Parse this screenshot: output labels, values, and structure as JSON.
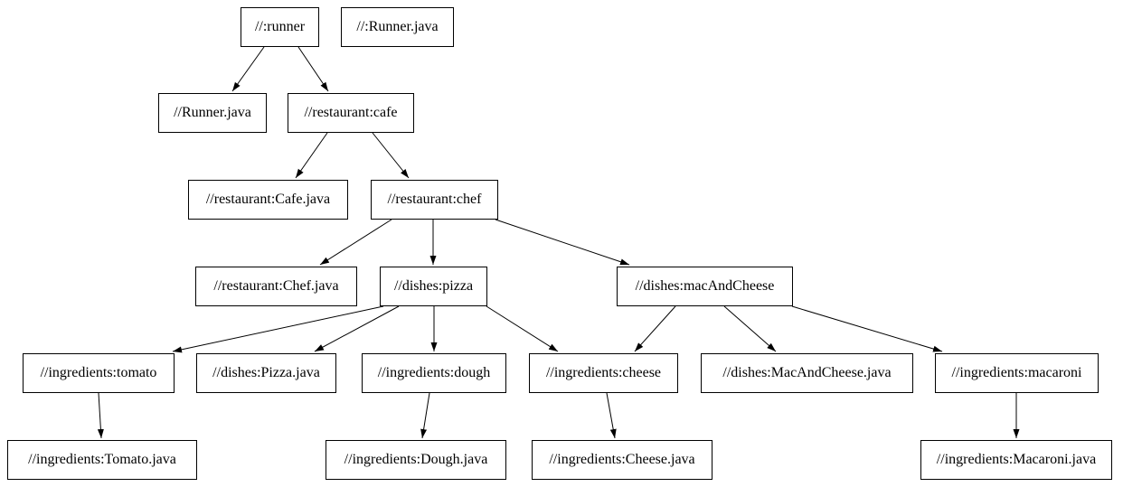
{
  "diagram": {
    "kind": "build-dependency-graph",
    "background_color": "#ffffff",
    "node_border_color": "#000000",
    "node_fill_color": "#ffffff",
    "text_color": "#000000",
    "edge_color": "#000000",
    "nodes": [
      {
        "id": "runner",
        "label": "//:runner"
      },
      {
        "id": "runner_java_root",
        "label": "//:Runner.java"
      },
      {
        "id": "runner_java",
        "label": "//Runner.java"
      },
      {
        "id": "cafe",
        "label": "//restaurant:cafe"
      },
      {
        "id": "cafe_java",
        "label": "//restaurant:Cafe.java"
      },
      {
        "id": "chef",
        "label": "//restaurant:chef"
      },
      {
        "id": "chef_java",
        "label": "//restaurant:Chef.java"
      },
      {
        "id": "pizza",
        "label": "//dishes:pizza"
      },
      {
        "id": "mac_and_cheese",
        "label": "//dishes:macAndCheese"
      },
      {
        "id": "tomato",
        "label": "//ingredients:tomato"
      },
      {
        "id": "pizza_java",
        "label": "//dishes:Pizza.java"
      },
      {
        "id": "dough",
        "label": "//ingredients:dough"
      },
      {
        "id": "cheese",
        "label": "//ingredients:cheese"
      },
      {
        "id": "mac_and_cheese_java",
        "label": "//dishes:MacAndCheese.java"
      },
      {
        "id": "macaroni",
        "label": "//ingredients:macaroni"
      },
      {
        "id": "tomato_java",
        "label": "//ingredients:Tomato.java"
      },
      {
        "id": "dough_java",
        "label": "//ingredients:Dough.java"
      },
      {
        "id": "cheese_java",
        "label": "//ingredients:Cheese.java"
      },
      {
        "id": "macaroni_java",
        "label": "//ingredients:Macaroni.java"
      }
    ],
    "edges": [
      {
        "from": "runner",
        "to": "runner_java"
      },
      {
        "from": "runner",
        "to": "cafe"
      },
      {
        "from": "cafe",
        "to": "cafe_java"
      },
      {
        "from": "cafe",
        "to": "chef"
      },
      {
        "from": "chef",
        "to": "chef_java"
      },
      {
        "from": "chef",
        "to": "pizza"
      },
      {
        "from": "chef",
        "to": "mac_and_cheese"
      },
      {
        "from": "pizza",
        "to": "tomato"
      },
      {
        "from": "pizza",
        "to": "pizza_java"
      },
      {
        "from": "pizza",
        "to": "dough"
      },
      {
        "from": "pizza",
        "to": "cheese"
      },
      {
        "from": "mac_and_cheese",
        "to": "cheese"
      },
      {
        "from": "mac_and_cheese",
        "to": "mac_and_cheese_java"
      },
      {
        "from": "mac_and_cheese",
        "to": "macaroni"
      },
      {
        "from": "tomato",
        "to": "tomato_java"
      },
      {
        "from": "dough",
        "to": "dough_java"
      },
      {
        "from": "cheese",
        "to": "cheese_java"
      },
      {
        "from": "macaroni",
        "to": "macaroni_java"
      }
    ]
  }
}
